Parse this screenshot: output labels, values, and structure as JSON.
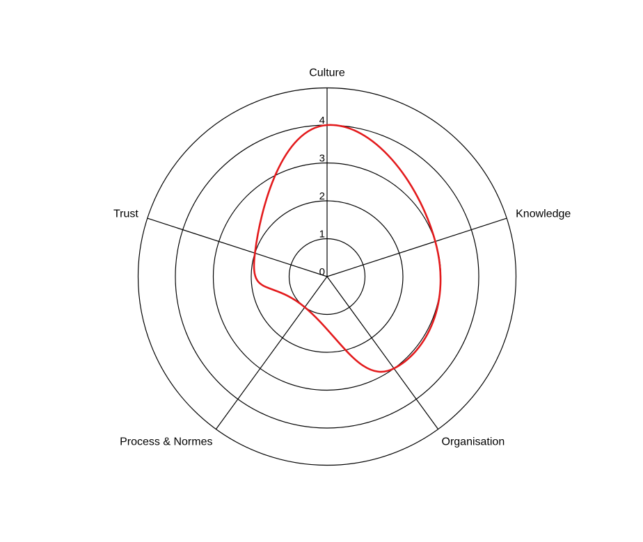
{
  "chart_data": {
    "type": "radar",
    "axes": [
      "Culture",
      "Knowledge",
      "Organisation",
      "Process & Normes",
      "Trust"
    ],
    "rlim": [
      0,
      4
    ],
    "ticks": [
      0,
      1,
      2,
      3,
      4
    ],
    "series": [
      {
        "values": [
          4,
          3,
          3,
          1,
          2
        ],
        "color": "#e31a1c"
      }
    ],
    "grid": true,
    "legend": "none"
  }
}
